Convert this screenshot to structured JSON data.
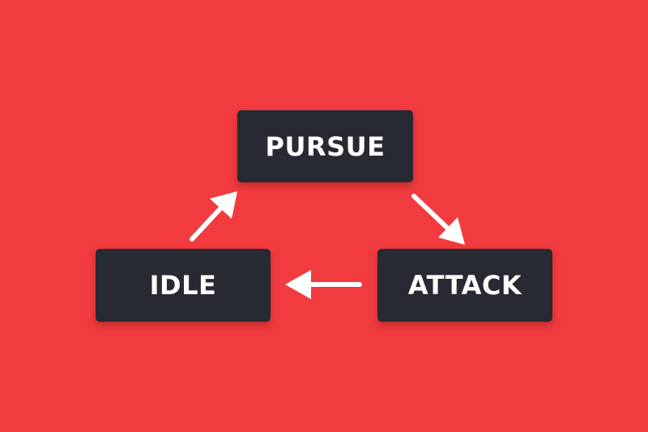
{
  "colors": {
    "background": "#f23b3f",
    "box": "#272a33",
    "text": "#ffffff",
    "arrow": "#ffffff"
  },
  "states": {
    "pursue": "PURSUE",
    "idle": "IDLE",
    "attack": "ATTACK"
  },
  "transitions": [
    {
      "from": "IDLE",
      "to": "PURSUE"
    },
    {
      "from": "PURSUE",
      "to": "ATTACK"
    },
    {
      "from": "ATTACK",
      "to": "IDLE"
    }
  ]
}
